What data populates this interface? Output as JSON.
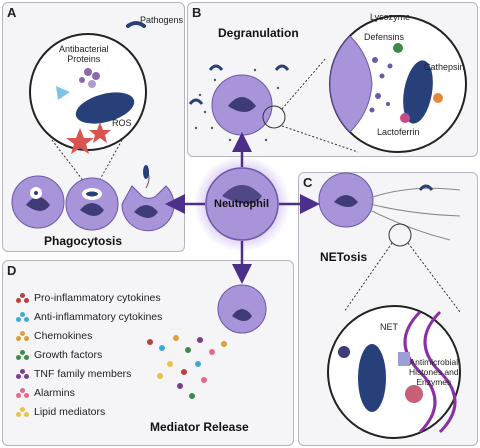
{
  "panels": {
    "a": {
      "letter": "A",
      "title": "Phagocytosis",
      "labels": {
        "proteins": "Antibacterial\nProteins",
        "ros": "ROS",
        "pathogens": "Pathogens"
      }
    },
    "b": {
      "letter": "B",
      "title": "Degranulation",
      "labels": {
        "lysozyme": "Lysozyme",
        "defensins": "Defensins",
        "cathepsin": "Cathepsin",
        "lactoferrin": "Lactoferrin"
      }
    },
    "c": {
      "letter": "C",
      "title": "NETosis",
      "labels": {
        "net": "NET",
        "enzymes": "Antimicrobial\nHistones and\nEnzymes"
      }
    },
    "d": {
      "letter": "D",
      "title": "Mediator Release"
    }
  },
  "center": {
    "label": "Neutrophil"
  },
  "mediators": [
    {
      "label": "Pro-inflammatory cytokines",
      "color": "#b5423b"
    },
    {
      "label": "Anti-inflammatory cytokines",
      "color": "#3fa9d6"
    },
    {
      "label": "Chemokines",
      "color": "#d9a23a"
    },
    {
      "label": "Growth factors",
      "color": "#3f8a4b"
    },
    {
      "label": "TNF family members",
      "color": "#7a3f8f"
    },
    {
      "label": "Alarmins",
      "color": "#e06b8b"
    },
    {
      "label": "Lipid mediators",
      "color": "#e8c24a"
    }
  ],
  "colors": {
    "cell": "#a894d8",
    "cell_edge": "#6b57ab",
    "nucleus": "#3f3a78",
    "bacteria": "#27407a",
    "arrow": "#4b2f8a"
  }
}
